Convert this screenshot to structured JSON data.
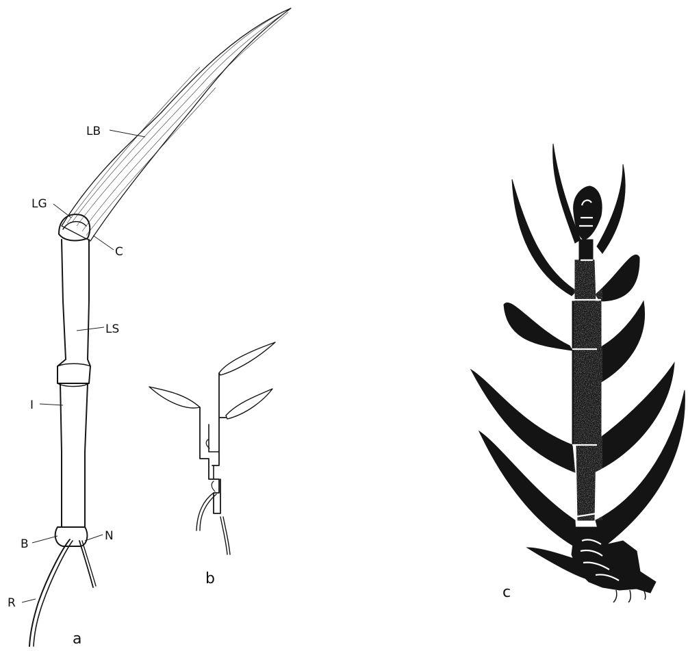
{
  "figure": {
    "panels": [
      {
        "id": "a",
        "label": "a"
      },
      {
        "id": "b",
        "label": "b"
      },
      {
        "id": "c",
        "label": "c"
      }
    ],
    "labels_a": {
      "lb": "LB",
      "lg": "LG",
      "c": "C",
      "ls": "LS",
      "i": "I",
      "b": "B",
      "n": "N",
      "r": "R"
    }
  }
}
